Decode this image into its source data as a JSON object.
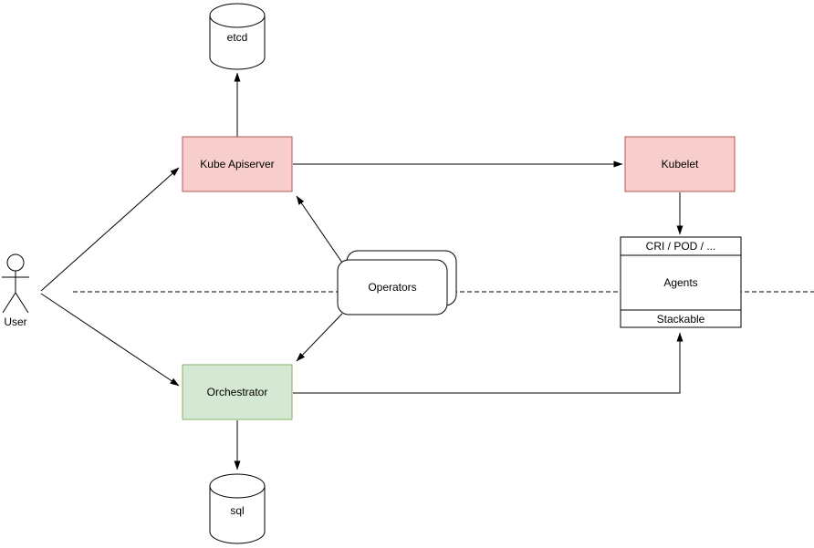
{
  "diagram": {
    "colors": {
      "background": "#ffffff",
      "line": "#000000",
      "pink_fill": "#f8cecc",
      "pink_stroke": "#b85450",
      "green_fill": "#d5e8d4",
      "green_stroke": "#82b366",
      "white_fill": "#ffffff"
    },
    "nodes": {
      "etcd": {
        "label": "etcd",
        "shape": "cylinder",
        "fill": "#ffffff",
        "stroke": "#000000"
      },
      "kube_apiserver": {
        "label": "Kube Apiserver",
        "shape": "rectangle",
        "fill": "#f8cecc",
        "stroke": "#b85450"
      },
      "kubelet": {
        "label": "Kubelet",
        "shape": "rectangle",
        "fill": "#f8cecc",
        "stroke": "#b85450"
      },
      "agents_box": {
        "shape": "sectioned-rectangle",
        "fill": "#ffffff",
        "stroke": "#000000",
        "sections": [
          {
            "label": "CRI / POD / ..."
          },
          {
            "label": "Agents"
          },
          {
            "label": "Stackable"
          }
        ]
      },
      "operators": {
        "label": "Operators",
        "shape": "stacked-rounded-rectangle",
        "fill": "#ffffff",
        "stroke": "#000000"
      },
      "orchestrator": {
        "label": "Orchestrator",
        "shape": "rectangle",
        "fill": "#d5e8d4",
        "stroke": "#82b366"
      },
      "sql": {
        "label": "sql",
        "shape": "cylinder",
        "fill": "#ffffff",
        "stroke": "#000000"
      },
      "user": {
        "label": "User",
        "shape": "actor",
        "stroke": "#000000"
      }
    },
    "edges": [
      {
        "from": "User",
        "to": "Kube Apiserver",
        "style": "solid-arrow"
      },
      {
        "from": "User",
        "to": "Orchestrator",
        "style": "solid-arrow"
      },
      {
        "from": "Kube Apiserver",
        "to": "etcd",
        "style": "solid-arrow"
      },
      {
        "from": "Kube Apiserver",
        "to": "Kubelet",
        "style": "solid-arrow"
      },
      {
        "from": "Kubelet",
        "to": "CRI / POD / ...",
        "style": "solid-arrow"
      },
      {
        "from": "Operators",
        "to": "Kube Apiserver",
        "style": "solid-arrow"
      },
      {
        "from": "Operators",
        "to": "Orchestrator",
        "style": "solid-arrow"
      },
      {
        "from": "Orchestrator",
        "to": "sql",
        "style": "solid-arrow"
      },
      {
        "from": "Orchestrator",
        "to": "Stackable",
        "style": "solid-arrow-elbow"
      }
    ],
    "separator": {
      "style": "dashed-horizontal-line"
    }
  }
}
